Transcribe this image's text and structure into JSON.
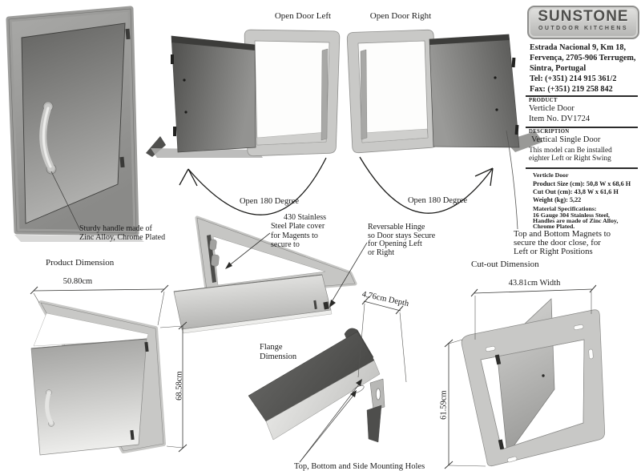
{
  "company": {
    "logo_title": "SUNSTONE",
    "logo_subtitle": "OUTDOOR KITCHENS",
    "address_lines": [
      "Estrada Nacional 9, Km 18,",
      "Fervença, 2705-906 Terrugem,",
      "Sintra, Portugal",
      "Tel: (+351) 214 915 361/2",
      "Fax: (+351) 219 258 842"
    ]
  },
  "product": {
    "section_label": "PRODUCT",
    "name": "Verticle Door",
    "item_no": "Item No. DV1724"
  },
  "description": {
    "section_label": "DESCRIPTION",
    "title": "Vertical Single Door",
    "line1": "This model can Be installed",
    "line2": "eighter Left or Right Swing"
  },
  "specs": {
    "heading": "Verticle Door",
    "product_size": "Product Size (cm): 50,8 W x 68,6 H",
    "cut_out": "Cut Out (cm): 43,8 W x 61,6 H",
    "weight": "Weight (kg): 5,22",
    "material_heading": "Material Specifications:",
    "material_line1": "16 Gauge 304 Stainless Steel,",
    "material_line2": "Handles are made of Zinc Alloy,",
    "material_line3": "Chrome Plated."
  },
  "annotations": {
    "open_door_left": "Open Door Left",
    "open_door_right": "Open Door Right",
    "open_180_left": "Open 180 Degree",
    "open_180_right": "Open 180 Degree",
    "plate_note": "430 Stainless\nSteel Plate cover\nfor Magents to\nsecure to",
    "hinge_note": "Reversable Hinge\nso Door stays Secure\nfor Opening Left\nor Right",
    "handle_note": "Sturdy handle made of\nZinc Alloy, Chrome Plated",
    "magnets_note": "Top and Bottom Magnets to\nsecure the door close, for\nLeft or Right Positions",
    "mounting_note": "Top, Bottom and Side Mounting Holes",
    "flange_label": "Flange\nDimension"
  },
  "dimensions": {
    "product_dim_label": "Product Dimension",
    "cutout_dim_label": "Cut-out Dimension",
    "product_width": "50.80cm",
    "product_height": "68.58cm",
    "cutout_width": "43.81cm Width",
    "cutout_height": "61.59cm",
    "flange_depth": "4.76cm Depth"
  },
  "colors": {
    "ink": "#1b1b1b",
    "metal_light": "#e2e2e0",
    "metal_mid": "#a8a8a6",
    "metal_dark": "#4e4e4c"
  }
}
